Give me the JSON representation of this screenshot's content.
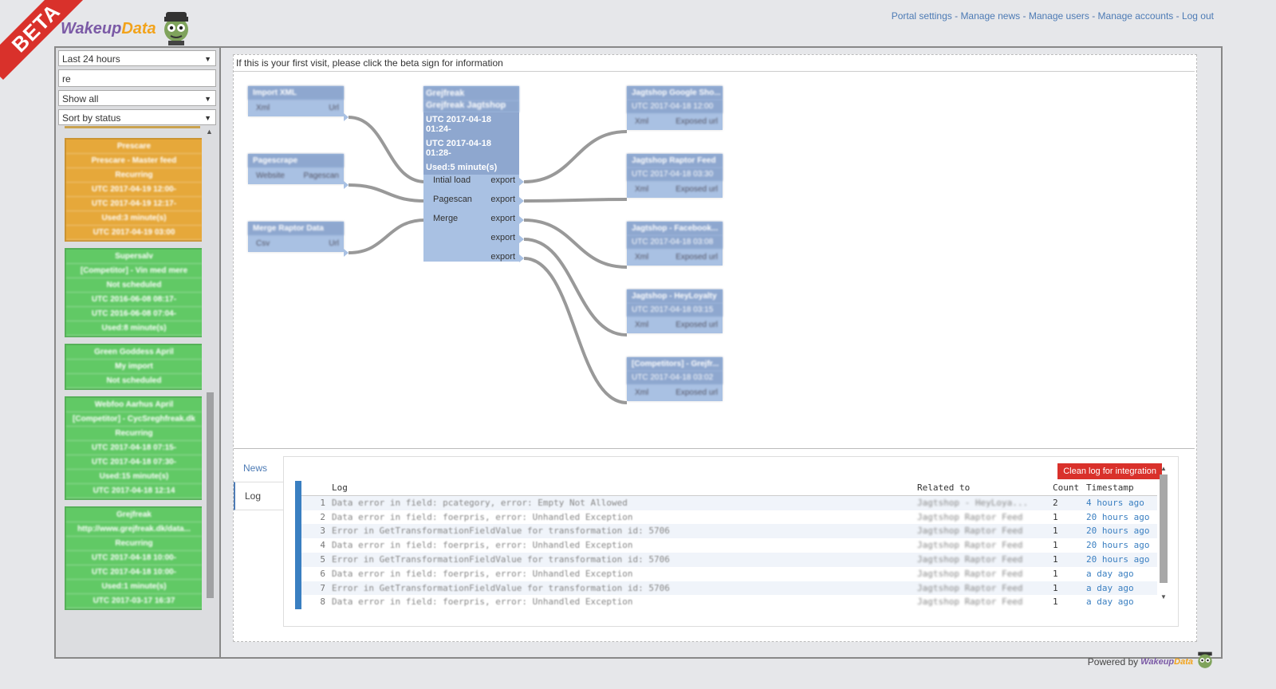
{
  "beta": "BETA",
  "logo": {
    "part1": "Wakeup",
    "part2": "Data"
  },
  "topnav": {
    "items": [
      "Portal settings",
      "Manage news",
      "Manage users",
      "Manage accounts",
      "Log out"
    ],
    "separator": " - "
  },
  "sidebar": {
    "time_filter": "Last 24 hours",
    "search_value": "re",
    "show_filter": "Show all",
    "sort_filter": "Sort by status",
    "cards": [
      {
        "color": "orange",
        "rows": [
          "Prescare",
          "Prescare - Master feed",
          "Recurring",
          "UTC 2017-04-19 12:00-",
          "UTC 2017-04-19 12:17-",
          "Used:3 minute(s)",
          "UTC 2017-04-19 03:00"
        ]
      },
      {
        "color": "green",
        "rows": [
          "Supersalv",
          "[Competitor] - Vin med mere",
          "Not scheduled",
          "UTC 2016-06-08 08:17-",
          "UTC 2016-06-08 07:04-",
          "Used:8 minute(s)"
        ]
      },
      {
        "color": "green",
        "rows": [
          "Green Goddess April",
          "My import",
          "Not scheduled"
        ]
      },
      {
        "color": "green",
        "rows": [
          "Webfoo Aarhus April",
          "[Competitor] - CycSreghfreak.dk",
          "Recurring",
          "UTC 2017-04-18 07:15-",
          "UTC 2017-04-18 07:30-",
          "Used:15 minute(s)",
          "UTC 2017-04-18 12:14"
        ]
      },
      {
        "color": "green",
        "rows": [
          "Grejfreak",
          "http://www.grejfreak.dk/data...",
          "Recurring",
          "UTC 2017-04-18 10:00-",
          "UTC 2017-04-18 10:00-",
          "Used:1 minute(s)",
          "UTC 2017-03-17 16:37"
        ]
      }
    ]
  },
  "main": {
    "info": "If this is your first visit, please click the beta sign for information",
    "left_nodes": [
      {
        "title": "Import XML",
        "ports": [
          "Xml",
          "Url"
        ]
      },
      {
        "title": "Pagescrape",
        "ports": [
          "Website",
          "Pagescan"
        ]
      },
      {
        "title": "Merge Raptor Data",
        "ports": [
          "Csv",
          "Url"
        ]
      }
    ],
    "center_node": {
      "title1": "Grejfreak",
      "title2": "Grejfreak Jagtshop",
      "time1": "UTC 2017-04-18 01:24-",
      "time2": "UTC 2017-04-18 01:28-",
      "used": "Used:5 minute(s)",
      "inputs": [
        "Intial load",
        "Pagescan",
        "Merge"
      ],
      "output_label": "export"
    },
    "right_nodes": [
      {
        "title": "Jagtshop Google Sho...",
        "date": "UTC 2017-04-18 12:00",
        "ports": [
          "Xml",
          "Exposed url"
        ]
      },
      {
        "title": "Jagtshop Raptor Feed",
        "date": "UTC 2017-04-18 03:30",
        "ports": [
          "Xml",
          "Exposed url"
        ]
      },
      {
        "title": "Jagtshop - Facebook...",
        "date": "UTC 2017-04-18 03:08",
        "ports": [
          "Xml",
          "Exposed url"
        ]
      },
      {
        "title": "Jagtshop - HeyLoyalty",
        "date": "UTC 2017-04-18 03:15",
        "ports": [
          "Xml",
          "Exposed url"
        ]
      },
      {
        "title": "[Competitors] - Grejfr...",
        "date": "UTC 2017-04-18 03:02",
        "ports": [
          "Xml",
          "Exposed url"
        ]
      }
    ]
  },
  "bottom": {
    "tabs": [
      "News",
      "Log"
    ],
    "clean_button": "Clean log for integration",
    "headers": {
      "log": "Log",
      "related": "Related to",
      "count": "Count",
      "timestamp": "Timestamp"
    },
    "rows": [
      {
        "num": "1",
        "log": "Data error in field: pcategory, error: Empty Not Allowed",
        "related": "Jagtshop - HeyLoya...",
        "count": "2",
        "timestamp": "4 hours ago"
      },
      {
        "num": "2",
        "log": "Data error in field: foerpris, error: Unhandled Exception",
        "related": "Jagtshop Raptor Feed",
        "count": "1",
        "timestamp": "20 hours ago"
      },
      {
        "num": "3",
        "log": "Error in GetTransformationFieldValue for transformation id: 5706",
        "related": "Jagtshop Raptor Feed",
        "count": "1",
        "timestamp": "20 hours ago"
      },
      {
        "num": "4",
        "log": "Data error in field: foerpris, error: Unhandled Exception",
        "related": "Jagtshop Raptor Feed",
        "count": "1",
        "timestamp": "20 hours ago"
      },
      {
        "num": "5",
        "log": "Error in GetTransformationFieldValue for transformation id: 5706",
        "related": "Jagtshop Raptor Feed",
        "count": "1",
        "timestamp": "20 hours ago"
      },
      {
        "num": "6",
        "log": "Data error in field: foerpris, error: Unhandled Exception",
        "related": "Jagtshop Raptor Feed",
        "count": "1",
        "timestamp": "a day ago"
      },
      {
        "num": "7",
        "log": "Error in GetTransformationFieldValue for transformation id: 5706",
        "related": "Jagtshop Raptor Feed",
        "count": "1",
        "timestamp": "a day ago"
      },
      {
        "num": "8",
        "log": "Data error in field: foerpris, error: Unhandled Exception",
        "related": "Jagtshop Raptor Feed",
        "count": "1",
        "timestamp": "a day ago"
      }
    ]
  },
  "footer": {
    "powered": "Powered by",
    "brand1": "Wakeup",
    "brand2": "Data"
  }
}
